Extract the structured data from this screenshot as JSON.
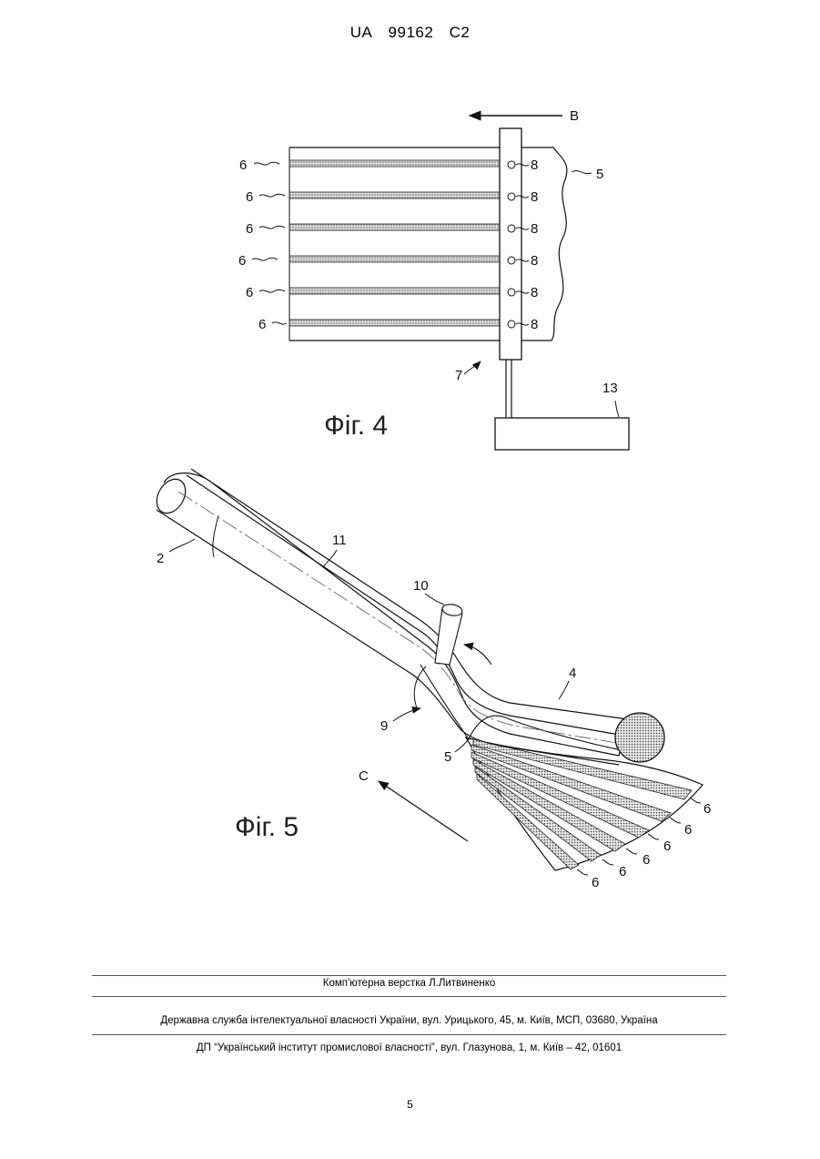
{
  "header": {
    "country": "UA",
    "number": "99162",
    "kind": "C2"
  },
  "figure4": {
    "caption": "Фіг. 4",
    "labels": {
      "strip": "6",
      "hole": "8",
      "sheet": "5",
      "unit": "7",
      "box": "13",
      "direction": "B"
    }
  },
  "figure5": {
    "caption": "Фіг. 5",
    "labels": {
      "tube_end": "2",
      "tube": "11",
      "cutter": "10",
      "rod": "4",
      "fold": "9",
      "sheet": "5",
      "direction": "C",
      "strip": "6"
    }
  },
  "footer": {
    "typesetting": "Комп'ютерна верстка Л.Литвиненко",
    "agency": "Державна служба інтелектуальної власності України, вул. Урицького, 45, м. Київ, МСП, 03680, Україна",
    "institute": "ДП “Український інститут промислової власності”, вул. Глазунова, 1, м. Київ – 42, 01601"
  },
  "page_number": "5"
}
